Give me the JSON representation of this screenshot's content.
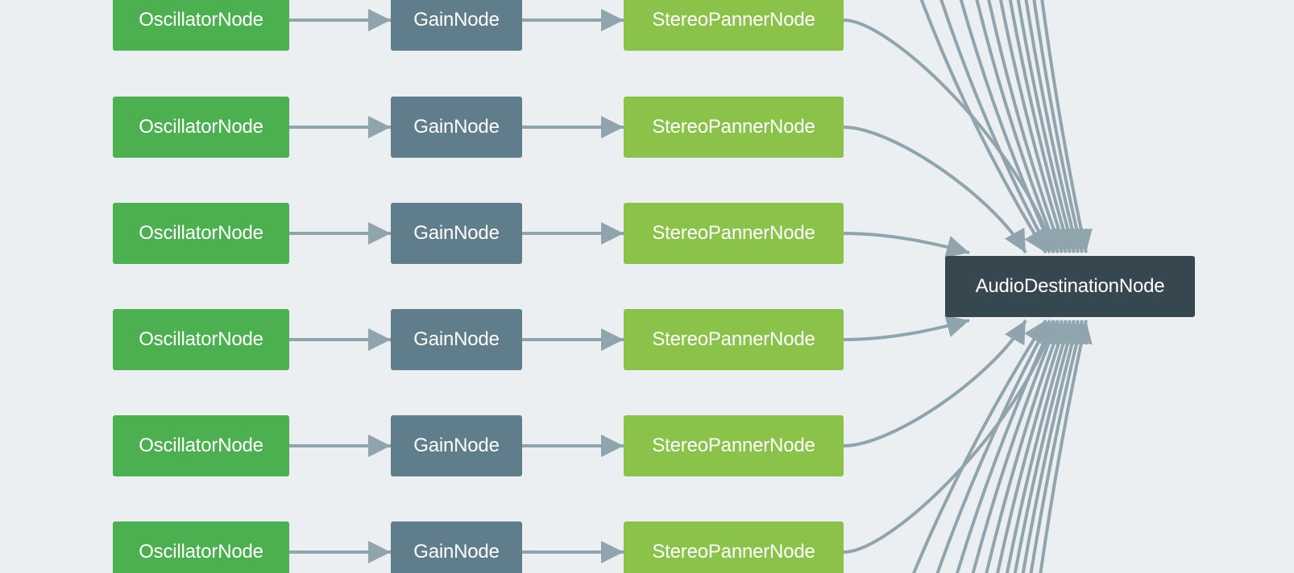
{
  "graph": {
    "rows": [
      {
        "oscillator": "OscillatorNode",
        "gain": "GainNode",
        "panner": "StereoPannerNode"
      },
      {
        "oscillator": "OscillatorNode",
        "gain": "GainNode",
        "panner": "StereoPannerNode"
      },
      {
        "oscillator": "OscillatorNode",
        "gain": "GainNode",
        "panner": "StereoPannerNode"
      },
      {
        "oscillator": "OscillatorNode",
        "gain": "GainNode",
        "panner": "StereoPannerNode"
      },
      {
        "oscillator": "OscillatorNode",
        "gain": "GainNode",
        "panner": "StereoPannerNode"
      },
      {
        "oscillator": "OscillatorNode",
        "gain": "GainNode",
        "panner": "StereoPannerNode"
      }
    ],
    "destination": "AudioDestinationNode"
  },
  "colors": {
    "background": "#ECEFF1",
    "oscillator": "#4CAF50",
    "gain": "#607D8B",
    "panner": "#8BC34A",
    "destination": "#37474F",
    "edge": "#90A4AE"
  }
}
